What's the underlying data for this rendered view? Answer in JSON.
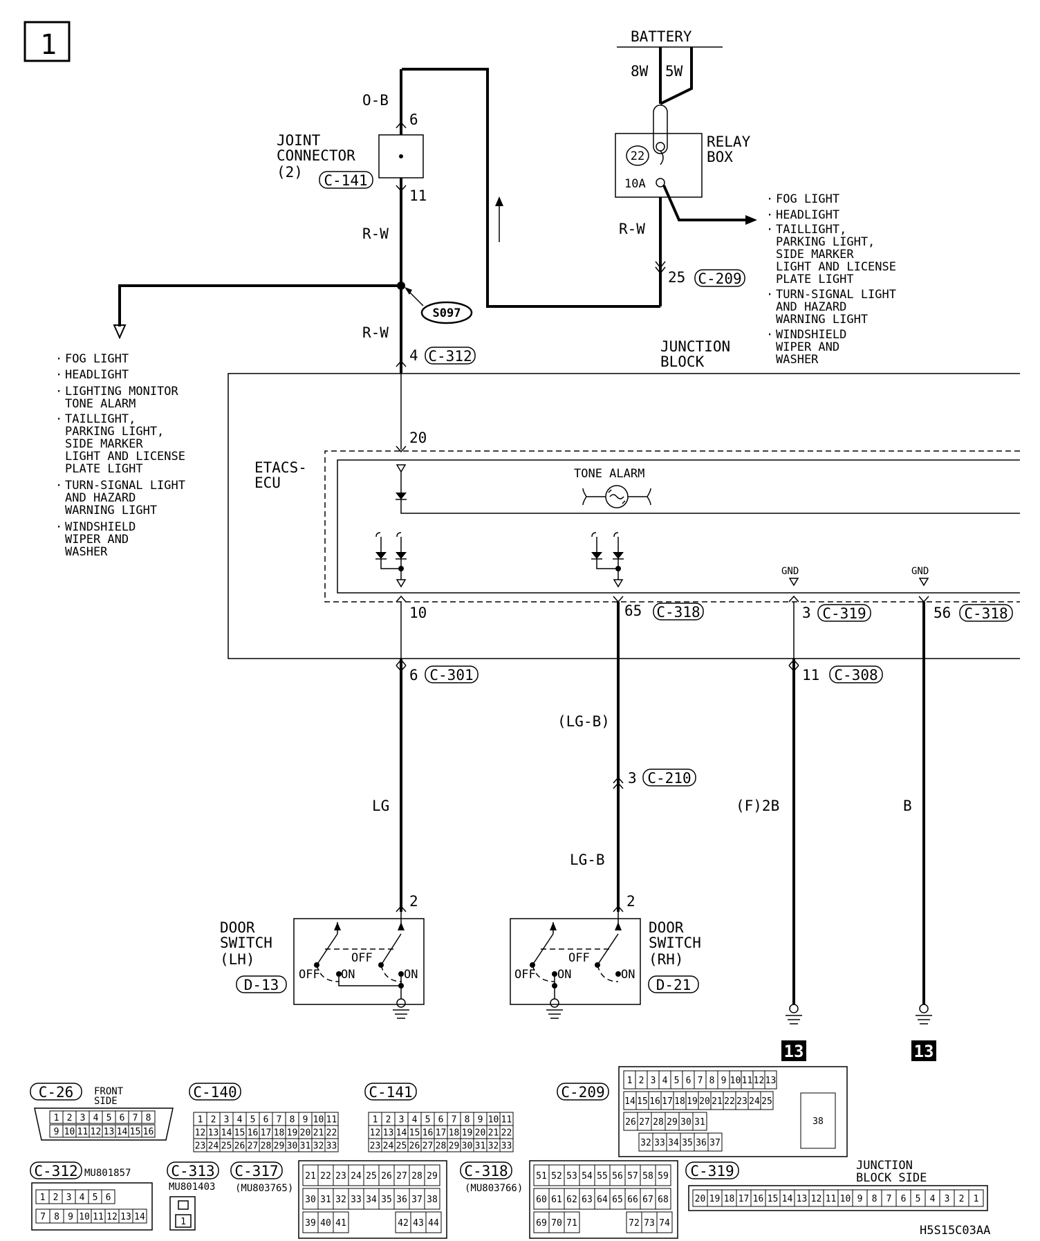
{
  "page_number": "1",
  "battery": {
    "label": "BATTERY",
    "wire_left": "8W",
    "wire_right": "5W"
  },
  "relay_box": {
    "label_line1": "RELAY",
    "label_line2": "BOX",
    "fuse_number": "22",
    "fuse_rating": "10A"
  },
  "relay_box_feeds": [
    "FOG LIGHT",
    "HEADLIGHT",
    "TAILLIGHT,",
    "PARKING LIGHT,",
    "SIDE MARKER",
    "LIGHT AND LICENSE",
    "PLATE LIGHT",
    "TURN-SIGNAL LIGHT",
    "AND HAZARD",
    "WARNING LIGHT",
    "WINDSHIELD",
    "WIPER AND",
    "WASHER"
  ],
  "joint_connector": {
    "line1": "JOINT",
    "line2": "CONNECTOR",
    "line3": "(2)",
    "connector": "C-141",
    "pin_top": "6",
    "pin_bottom": "11"
  },
  "splice": "S097",
  "left_feeds": [
    "FOG LIGHT",
    "HEADLIGHT",
    "LIGHTING MONITOR",
    "TONE ALARM",
    "TAILLIGHT,",
    "PARKING LIGHT,",
    "SIDE MARKER",
    "LIGHT AND LICENSE",
    "PLATE LIGHT",
    "TURN-SIGNAL LIGHT",
    "AND HAZARD",
    "WARNING LIGHT",
    "WINDSHIELD",
    "WIPER AND",
    "WASHER"
  ],
  "wire_colors": {
    "ob": "O-B",
    "rw1": "R-W",
    "rw2": "R-W",
    "rw3": "R-W",
    "lg": "LG",
    "lgb_paren": "(LG-B)",
    "lgb": "LG-B",
    "f2b": "(F)2B",
    "b": "B"
  },
  "junction_block": {
    "line1": "JUNCTION",
    "line2": "BLOCK"
  },
  "etacs": {
    "line1": "ETACS-",
    "line2": "ECU",
    "tone_alarm": "TONE ALARM",
    "gnd1": "GND",
    "gnd2": "GND"
  },
  "terminals": {
    "c209_pin": "25",
    "c209": "C-209",
    "c312_pin": "4",
    "c312": "C-312",
    "ecu_20": "20",
    "ecu_10": "10",
    "c318_pin": "65",
    "c318": "C-318",
    "c319_pin": "3",
    "c319": "C-319",
    "c318b_pin": "56",
    "c318b": "C-318",
    "c301_pin": "6",
    "c301": "C-301",
    "c308_pin": "11",
    "c308": "C-308",
    "c210_pin": "3",
    "c210": "C-210"
  },
  "door_switch_lh": {
    "line1": "DOOR",
    "line2": "SWITCH",
    "line3": "(LH)",
    "connector": "D-13",
    "pin": "2",
    "off1": "OFF",
    "on1": "ON",
    "off2": "OFF",
    "on2": "ON"
  },
  "door_switch_rh": {
    "line1": "DOOR",
    "line2": "SWITCH",
    "line3": "(RH)",
    "connector": "D-21",
    "pin": "2",
    "off1": "OFF",
    "on1": "ON",
    "off2": "OFF",
    "on2": "ON"
  },
  "ground_refs": [
    "13",
    "13"
  ],
  "connectors_legend": {
    "c26": {
      "label": "C-26",
      "note1": "FRONT",
      "note2": "SIDE",
      "row1": [
        "1",
        "2",
        "3",
        "4",
        "5",
        "6",
        "7",
        "8"
      ],
      "row2": [
        "9",
        "10",
        "11",
        "12",
        "13",
        "14",
        "15",
        "16"
      ]
    },
    "c140": {
      "label": "C-140",
      "row1": [
        "1",
        "2",
        "3",
        "4",
        "5",
        "6",
        "7",
        "8",
        "9",
        "10",
        "11"
      ],
      "row2": [
        "12",
        "13",
        "14",
        "15",
        "16",
        "17",
        "18",
        "19",
        "20",
        "21",
        "22"
      ],
      "row3": [
        "23",
        "24",
        "25",
        "26",
        "27",
        "28",
        "29",
        "30",
        "31",
        "32",
        "33"
      ]
    },
    "c141": {
      "label": "C-141",
      "row1": [
        "1",
        "2",
        "3",
        "4",
        "5",
        "6",
        "7",
        "8",
        "9",
        "10",
        "11"
      ],
      "row2": [
        "12",
        "13",
        "14",
        "15",
        "16",
        "17",
        "18",
        "19",
        "20",
        "21",
        "22"
      ],
      "row3": [
        "23",
        "24",
        "25",
        "26",
        "27",
        "28",
        "29",
        "30",
        "31",
        "32",
        "33"
      ]
    },
    "c209": {
      "label": "C-209",
      "row1": [
        "1",
        "2",
        "3",
        "4",
        "5",
        "6",
        "7",
        "8",
        "9",
        "10",
        "11",
        "12",
        "13"
      ],
      "row2": [
        "14",
        "15",
        "16",
        "17",
        "18",
        "19",
        "20",
        "21",
        "22",
        "23",
        "24",
        "25"
      ],
      "row3": [
        "26",
        "27",
        "28",
        "29",
        "30",
        "31"
      ],
      "row4": [
        "32",
        "33",
        "34",
        "35",
        "36",
        "37"
      ],
      "big": "38"
    },
    "c312": {
      "label": "C-312",
      "part": "MU801857",
      "row1": [
        "1",
        "2",
        "3",
        "4",
        "5",
        "6"
      ],
      "row2": [
        "7",
        "8",
        "9",
        "10",
        "11",
        "12",
        "13",
        "14"
      ]
    },
    "c313": {
      "label": "C-313",
      "part": "MU801403",
      "pin": "1"
    },
    "c317": {
      "label": "C-317",
      "part": "(MU803765)",
      "row1": [
        "21",
        "22",
        "23",
        "24",
        "25",
        "26",
        "27",
        "28",
        "29"
      ],
      "row2": [
        "30",
        "31",
        "32",
        "33",
        "34",
        "35",
        "36",
        "37",
        "38"
      ],
      "row3": [
        "39",
        "40",
        "41",
        "42",
        "43",
        "44"
      ]
    },
    "c318": {
      "label": "C-318",
      "part": "(MU803766)",
      "row1": [
        "51",
        "52",
        "53",
        "54",
        "55",
        "56",
        "57",
        "58",
        "59"
      ],
      "row2": [
        "60",
        "61",
        "62",
        "63",
        "64",
        "65",
        "66",
        "67",
        "68"
      ],
      "row3": [
        "69",
        "70",
        "71",
        "72",
        "73",
        "74"
      ]
    },
    "c319": {
      "label": "C-319",
      "note1": "JUNCTION",
      "note2": "BLOCK SIDE",
      "row1": [
        "20",
        "19",
        "18",
        "17",
        "16",
        "15",
        "14",
        "13",
        "12",
        "11",
        "10",
        "9",
        "8",
        "7",
        "6",
        "5",
        "4",
        "3",
        "2",
        "1"
      ]
    }
  },
  "diagram_code": "H5S15C03AA"
}
